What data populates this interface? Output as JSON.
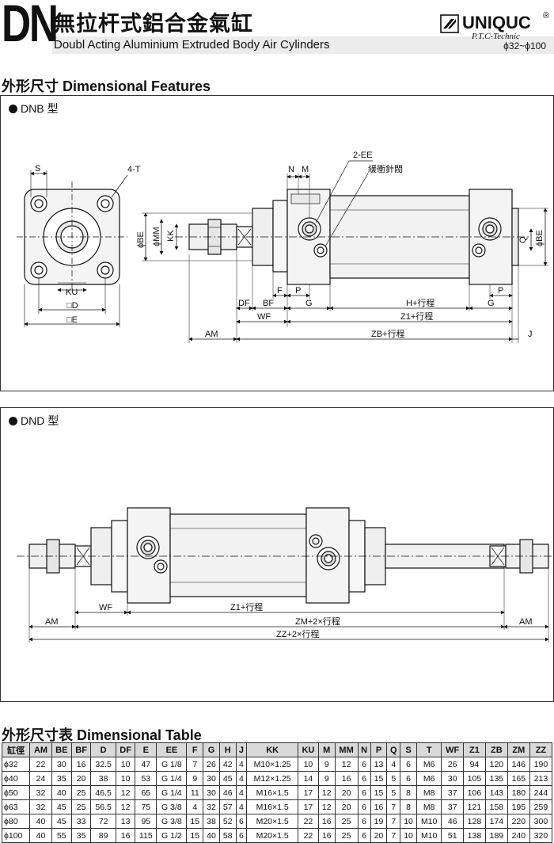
{
  "header": {
    "series_code": "DN",
    "title_cn": "無拉杆式鋁合金氣缸",
    "title_en": "Doubl Acting Aluminium Extruded Body Air Cylinders",
    "brand_name": "UNIQUC",
    "brand_sub": "P.T.C-Technic",
    "registered": "®",
    "bore_range": "ϕ32~ϕ100"
  },
  "section1": {
    "title": "外形尺寸 Dimensional Features"
  },
  "dnb": {
    "label": "DNB 型",
    "front": {
      "s": "S",
      "t4": "4-T",
      "ku": "KU",
      "d": "□D",
      "e": "□E"
    },
    "side": {
      "n": "N",
      "m": "M",
      "ee": "2-EE",
      "cushion": "緩衝針閥",
      "be": "ϕBE",
      "mm": "ϕMM",
      "kk": "KK",
      "q": "Q",
      "be_r": "ϕBE",
      "f": "F",
      "p": "P",
      "p2": "P",
      "df": "DF",
      "bf": "BF",
      "g": "G",
      "hstroke": "H+行程",
      "g2": "G",
      "wf": "WF",
      "z1": "Z1+行程",
      "am": "AM",
      "zb": "ZB+行程",
      "j": "J"
    }
  },
  "dnd": {
    "label": "DND 型",
    "wf": "WF",
    "z1": "Z1+行程",
    "am": "AM",
    "am2": "AM",
    "zm": "ZM+2×行程",
    "zz": "ZZ+2×行程"
  },
  "table": {
    "title": "外形尺寸表 Dimensional Table",
    "headers": [
      "缸徑",
      "AM",
      "BE",
      "BF",
      "D",
      "DF",
      "E",
      "EE",
      "F",
      "G",
      "H",
      "J",
      "KK",
      "KU",
      "M",
      "MM",
      "N",
      "P",
      "Q",
      "S",
      "T",
      "WF",
      "Z1",
      "ZB",
      "ZM",
      "ZZ"
    ],
    "rows": [
      [
        "ϕ32",
        "22",
        "30",
        "16",
        "32.5",
        "10",
        "47",
        "G 1/8",
        "7",
        "26",
        "42",
        "4",
        "M10×1.25",
        "10",
        "9",
        "12",
        "6",
        "13",
        "4",
        "6",
        "M6",
        "26",
        "94",
        "120",
        "146",
        "190"
      ],
      [
        "ϕ40",
        "24",
        "35",
        "20",
        "38",
        "10",
        "53",
        "G 1/4",
        "9",
        "30",
        "45",
        "4",
        "M12×1.25",
        "14",
        "9",
        "16",
        "6",
        "15",
        "5",
        "6",
        "M6",
        "30",
        "105",
        "135",
        "165",
        "213"
      ],
      [
        "ϕ50",
        "32",
        "40",
        "25",
        "46.5",
        "12",
        "65",
        "G 1/4",
        "11",
        "30",
        "46",
        "4",
        "M16×1.5",
        "17",
        "12",
        "20",
        "6",
        "15",
        "5",
        "8",
        "M8",
        "37",
        "106",
        "143",
        "180",
        "244"
      ],
      [
        "ϕ63",
        "32",
        "45",
        "25",
        "56.5",
        "12",
        "75",
        "G 3/8",
        "4",
        "32",
        "57",
        "4",
        "M16×1.5",
        "17",
        "12",
        "20",
        "6",
        "16",
        "7",
        "8",
        "M8",
        "37",
        "121",
        "158",
        "195",
        "259"
      ],
      [
        "ϕ80",
        "40",
        "45",
        "33",
        "72",
        "13",
        "95",
        "G 3/8",
        "15",
        "38",
        "52",
        "6",
        "M20×1.5",
        "22",
        "16",
        "25",
        "6",
        "19",
        "7",
        "10",
        "M10",
        "46",
        "128",
        "174",
        "220",
        "300"
      ],
      [
        "ϕ100",
        "40",
        "55",
        "35",
        "89",
        "16",
        "115",
        "G 1/2",
        "15",
        "40",
        "58",
        "6",
        "M20×1.5",
        "22",
        "16",
        "25",
        "6",
        "20",
        "7",
        "10",
        "M10",
        "51",
        "138",
        "189",
        "240",
        "320"
      ]
    ]
  }
}
